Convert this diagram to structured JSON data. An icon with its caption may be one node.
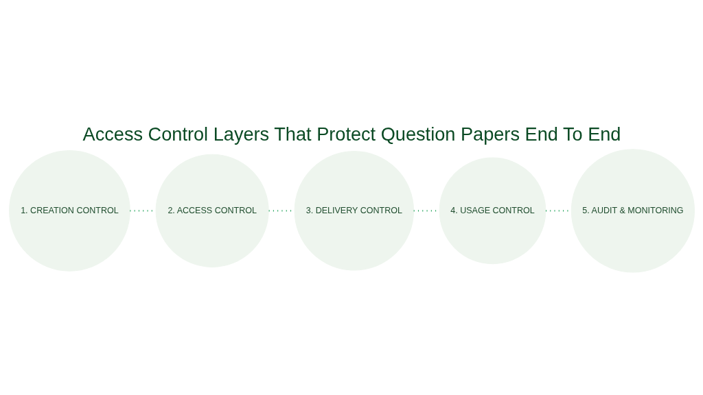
{
  "diagram": {
    "title": "Access Control Layers That Protect Question Papers End To End",
    "nodes": [
      {
        "text": [
          "1. CREATION CONTROL"
        ]
      },
      {
        "text": [
          "2. ACCESS CONTROL"
        ]
      },
      {
        "text": [
          "3. DELIVERY CONTROL"
        ]
      },
      {
        "text": [
          "4. USAGE CONTROL"
        ]
      },
      {
        "text": [
          "5. AUDIT & MONITORING"
        ]
      }
    ],
    "edges": [
      {
        "from": 0,
        "to": 1,
        "arrow": "none",
        "style": "dashed"
      },
      {
        "from": 1,
        "to": 2,
        "arrow": "none",
        "style": "dashed"
      },
      {
        "from": 2,
        "to": 3,
        "arrow": "none",
        "style": "dashed"
      },
      {
        "from": 3,
        "to": 4,
        "arrow": "none",
        "style": "dashed"
      }
    ]
  }
}
